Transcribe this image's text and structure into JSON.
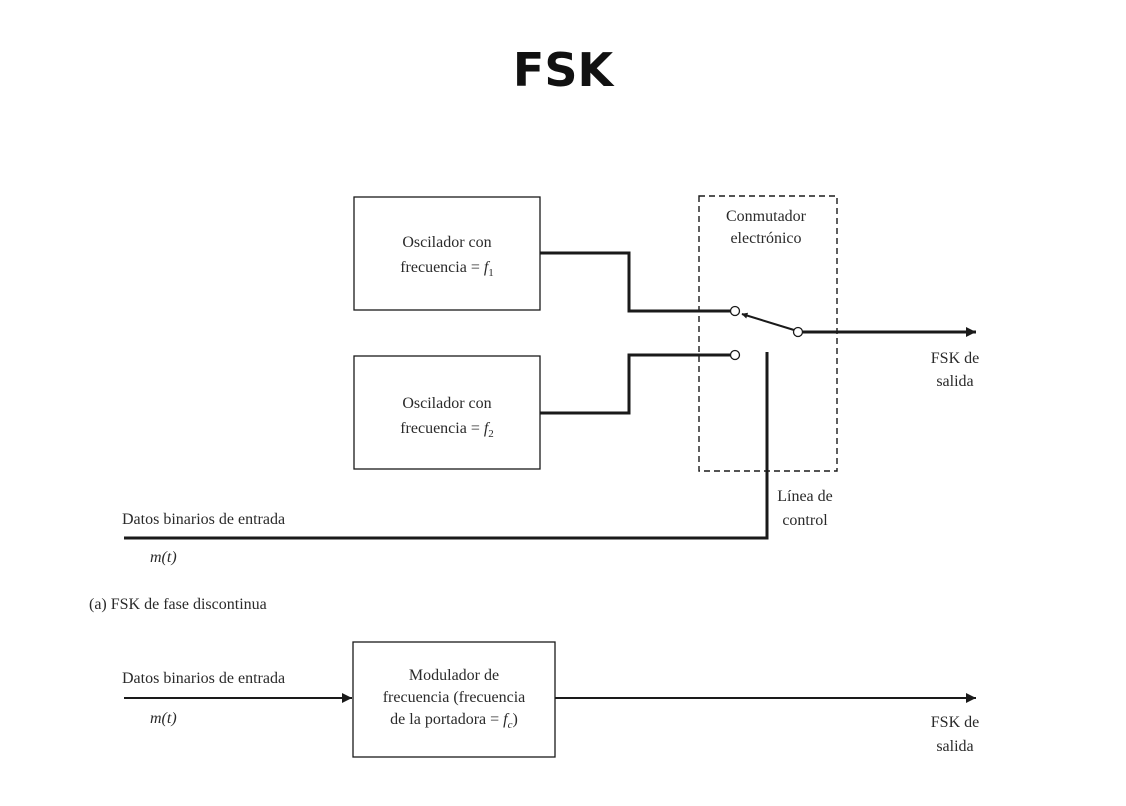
{
  "title": "FSK",
  "diagram_a": {
    "oscillator_1": {
      "line1": "Oscilador con",
      "line2_prefix": "frecuencia = ",
      "symbol": "f",
      "subscript": "1"
    },
    "oscillator_2": {
      "line1": "Oscilador con",
      "line2_prefix": "frecuencia = ",
      "symbol": "f",
      "subscript": "2"
    },
    "switch": {
      "line1": "Conmutador",
      "line2": "electrónico"
    },
    "output": {
      "line1": "FSK de",
      "line2": "salida"
    },
    "control": {
      "line1": "Línea de",
      "line2": "control"
    },
    "input_label": "Datos binarios de entrada",
    "input_signal": "m(t)",
    "caption": "(a) FSK de fase discontinua"
  },
  "diagram_b": {
    "input_label": "Datos binarios de entrada",
    "input_signal": "m(t)",
    "modulator": {
      "line1": "Modulador de",
      "line2": "frecuencia (frecuencia",
      "line3_prefix": "de la portadora = ",
      "symbol": "f",
      "subscript": "c",
      "line3_suffix": ")"
    },
    "output": {
      "line1": "FSK de",
      "line2": "salida"
    }
  }
}
